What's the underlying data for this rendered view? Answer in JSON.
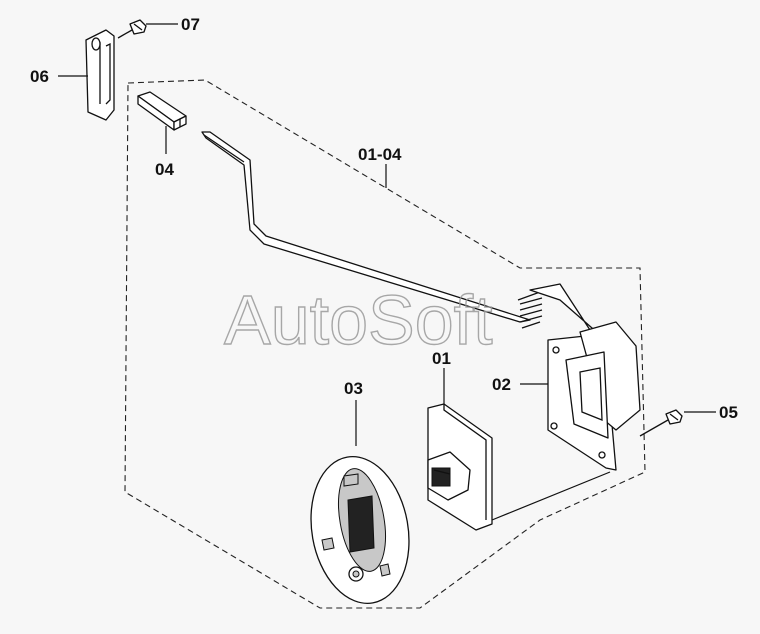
{
  "diagram": {
    "watermark": "AutoSoft",
    "callouts": {
      "p01": "01",
      "p02": "02",
      "p03": "03",
      "p04": "04",
      "p05": "05",
      "p06": "06",
      "p07": "07",
      "assembly": "01-04"
    }
  }
}
